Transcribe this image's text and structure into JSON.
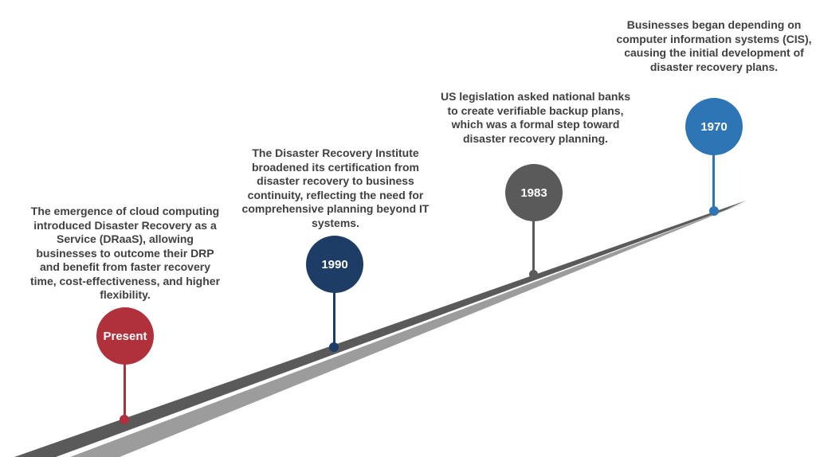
{
  "milestones": [
    {
      "label": "Present",
      "text": "The emergence of cloud computing introduced Disaster Recovery as a Service (DRaaS), allowing businesses to outcome their DRP and benefit from faster recovery time, cost-effectiveness, and higher flexibility.",
      "color": "#b0303b"
    },
    {
      "label": "1990",
      "text": "The Disaster Recovery Institute broadened its certification from disaster recovery to business continuity, reflecting the need for comprehensive planning beyond IT systems.",
      "color": "#1d3c66"
    },
    {
      "label": "1983",
      "text": "US legislation asked national banks to create verifiable backup plans, which was a formal step toward disaster recovery planning.",
      "color": "#5a5a5a"
    },
    {
      "label": "1970",
      "text": "Businesses began depending on computer information systems (CIS), causing the initial development of disaster recovery plans.",
      "color": "#2e75b6"
    }
  ],
  "colors": {
    "road_dark": "#5a5a5a",
    "road_light": "#9c9c9c",
    "text": "#404040"
  }
}
